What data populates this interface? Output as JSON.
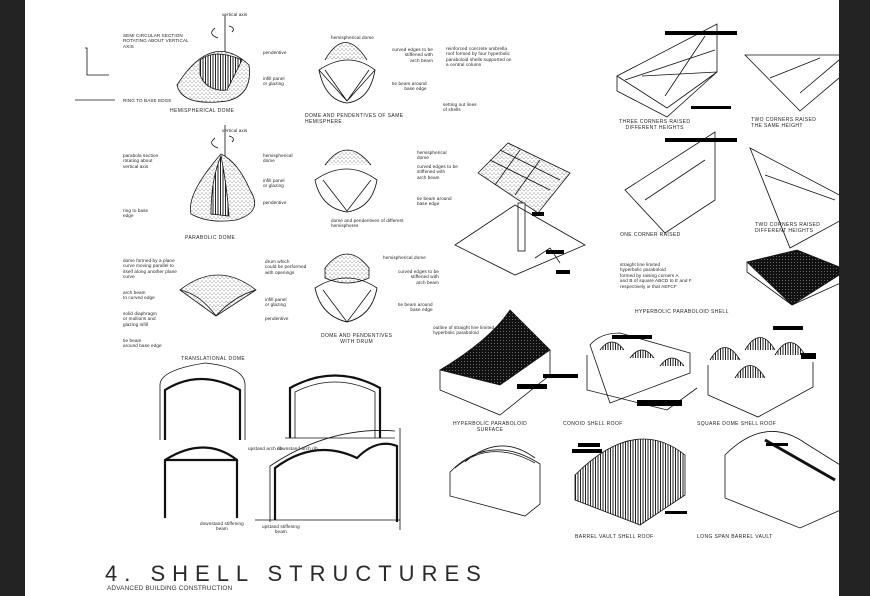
{
  "viewer": {
    "background": "#232323",
    "page_color": "#ffffff"
  },
  "document": {
    "title": "4. SHELL STRUCTURES",
    "subtitle": "ADVANCED BUILDING CONSTRUCTION"
  },
  "figures": {
    "hemispherical_dome": {
      "caption": "HEMISPHERICAL DOME",
      "labels": {
        "axis": "vertical axis",
        "section": "SEMI CIRCULAR SECTION\nROTATING ABOUT VERTICAL\nAXIS",
        "ring": "RING TO BASE EDGE"
      }
    },
    "dome_pendentives_same": {
      "caption": "DOME AND PENDENTIVES OF SAME\nHEMISPHERE",
      "labels": {
        "top": "hemispherical dome",
        "pendentive": "pendentive",
        "infill": "infill panel\nor glazing",
        "curved": "curved edges to be\nstiffened with\narch beam",
        "tie": "tie beam around\nbase edge"
      }
    },
    "parabolic_dome": {
      "caption": "PARABOLIC DOME",
      "labels": {
        "axis": "vertical axis",
        "section": "parabola section\nrotating about\nvertical axis",
        "ring": "ring to base\nedge"
      }
    },
    "dome_pendentives_different": {
      "caption": "dome and pendentives of different\nhemispheres",
      "labels": {
        "left_top": "hemispherical\ndome",
        "right_top": "hemispherical\ndome",
        "infill": "infill panel\nor glazing",
        "curved": "curved edges to be\nstiffened with\narch beam",
        "pendentive": "pendentive",
        "tie": "tie beam around\nbase edge"
      }
    },
    "translational_dome": {
      "caption": "TRANSLATIONAL DOME",
      "labels": {
        "formed": "dome formed by a plane\ncurve moving parallel to\nitself along another plane\ncurve",
        "drum": "drum which\ncould be performed\nwith openings",
        "arch": "arch beam\nto curved edge",
        "solid": "solid diaphragm\nor mullions and\nglazing infill",
        "tie": "tie beam\naround base edge"
      }
    },
    "dome_pendentives_drum": {
      "caption": "DOME AND PENDENTIVES\nWITH DRUM",
      "labels": {
        "top": "hemispherical dome",
        "infill": "infill panel\nor glazing",
        "pendentive": "pendentive",
        "curved": "curved edges to be\nstiffened with\narch beam",
        "tie": "tie beam around\nbase edge"
      }
    },
    "umbrella": {
      "labels": {
        "main": "reinforced concrete umbrella\nroof formed by four hyperbolic\nparaboloid shells supported on\na central column",
        "setting": "setting out lines\nof shells"
      }
    },
    "hyperbolic_corners": [
      {
        "caption": "THREE CORNERS RAISED\nDIFFERENT HEIGHTS"
      },
      {
        "caption": "TWO CORNERS RAISED\nTHE SAME HEIGHT"
      },
      {
        "caption": "ONE CORNER RAISED"
      },
      {
        "caption": "TWO CORNERS RAISED\nDIFFERENT HEIGHTS"
      }
    ],
    "hyperbolic_paraboloid_shell": {
      "caption": "HYPERBOLIC PARABOLOID SHELL",
      "labels": {
        "note": "straight line limited\nhyperbolic paraboloid\nformed by raising corners A\nand B of square ABCD to E and F\nrespectively ie that AEFCF"
      }
    },
    "hyperbolic_paraboloid_surface": {
      "caption": "HYPERBOLIC PARABOLOID\nSURFACE",
      "labels": {
        "outline": "outline of straight line limited\nhyperbolic paraboloid"
      }
    },
    "conoid_shell_roof": {
      "caption": "CONOID SHELL ROOF"
    },
    "square_dome_shell_roof": {
      "caption": "SQUARE DOME SHELL ROOF"
    },
    "arches": {
      "labels": {
        "upstand_rib": "upstand arch rib",
        "downstand_rib": "downstand arch rib",
        "downstand_beam": "downstand stiffening\nbeam",
        "upstand_beam": "upstand stiffening\nbeam"
      }
    },
    "barrel_vault_shell_roof": {
      "caption": "BARREL VAULT SHELL ROOF"
    },
    "long_span_barrel_vault": {
      "caption": "LONG SPAN BARREL VAULT"
    }
  }
}
